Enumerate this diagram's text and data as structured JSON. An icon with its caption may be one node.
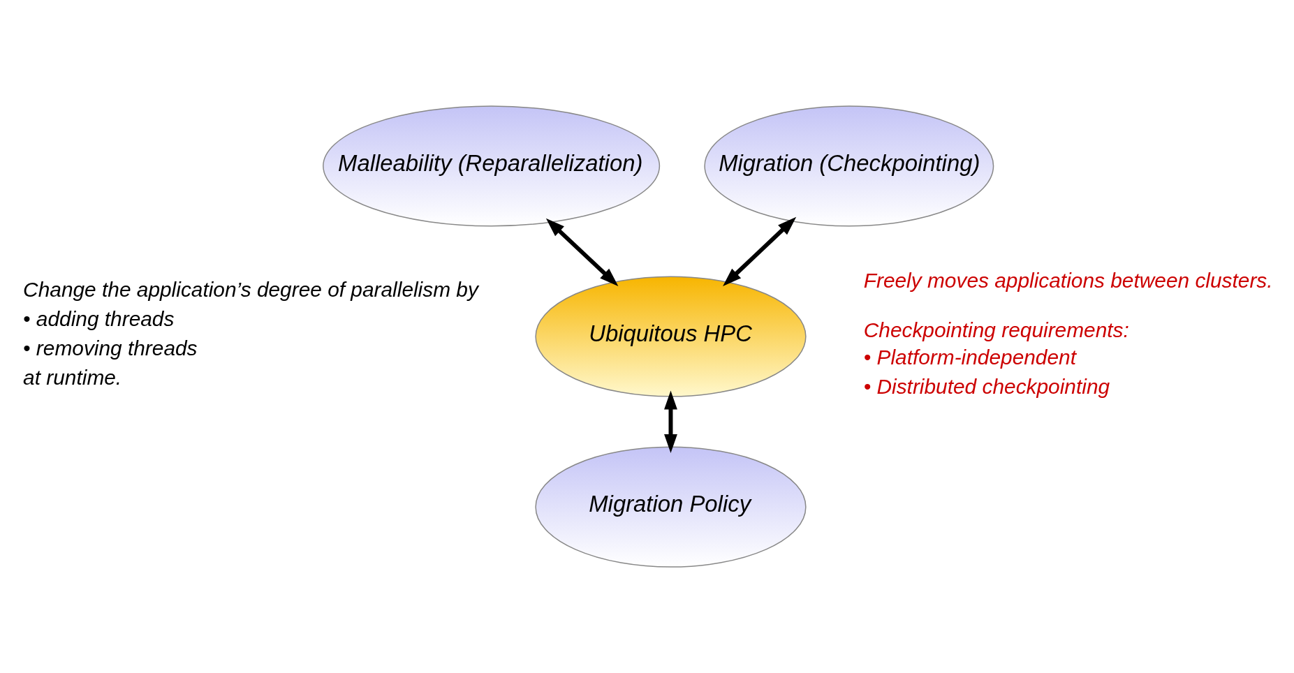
{
  "diagram": {
    "nodes": [
      {
        "text": [
          "Malleability (Reparallelization)"
        ]
      },
      {
        "text": [
          "Migration (Checkpointing)"
        ]
      },
      {
        "text": [
          "Ubiquitous HPC"
        ]
      },
      {
        "text": [
          "Migration Policy"
        ]
      }
    ],
    "edges": [
      {
        "from": 0,
        "to": 2,
        "arrow": "both"
      },
      {
        "from": 1,
        "to": 2,
        "arrow": "both"
      },
      {
        "from": 2,
        "to": 3,
        "arrow": "both"
      }
    ],
    "labels": [
      "Change the application’s degree of parallelism by",
      "• adding threads",
      "• removing threads",
      "at runtime.",
      "Freely moves applications between clusters.",
      "Checkpointing requirements:",
      "• Platform-independent",
      "• Distributed checkpointing"
    ]
  }
}
